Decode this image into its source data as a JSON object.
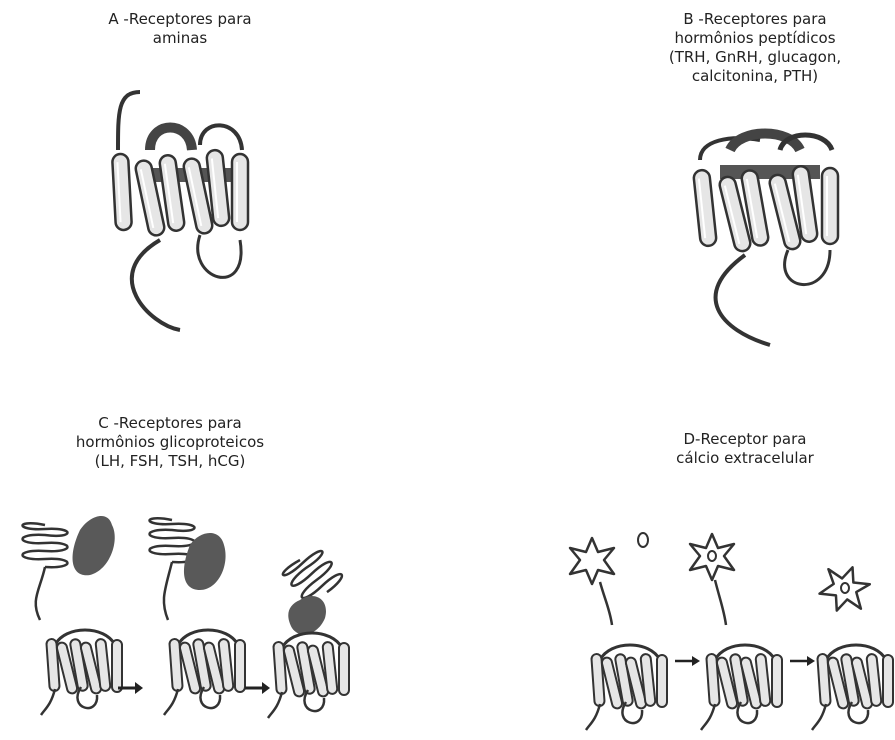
{
  "panels": {
    "a": {
      "title_lines": [
        "A -Receptores para",
        "aminas"
      ]
    },
    "b": {
      "title_lines": [
        "B -Receptores para",
        "hormônios peptídicos",
        "(TRH, GnRH, glucagon,",
        "calcitonina, PTH)"
      ]
    },
    "c": {
      "title_lines": [
        "C -Receptores para",
        "hormônios glicoproteicos",
        "(LH, FSH, TSH, hCG)"
      ]
    },
    "d": {
      "title_lines": [
        "D-Receptor para",
        "cálcio extracelular"
      ]
    }
  },
  "colors": {
    "ink": "#333333",
    "helix_fill": "#e6e6e6",
    "ligand_fill": "#595959"
  }
}
